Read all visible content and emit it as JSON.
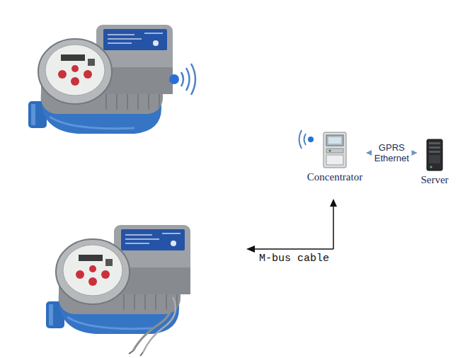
{
  "diagram": {
    "nodes": [
      {
        "text": [
          "Concentrator"
        ]
      },
      {
        "text": [
          "Server"
        ]
      }
    ],
    "edges": [
      {
        "from": 0,
        "to": 1,
        "label": "GPRS Ethernet",
        "arrow": "both"
      }
    ],
    "labels": [
      "M-bus cable"
    ]
  }
}
